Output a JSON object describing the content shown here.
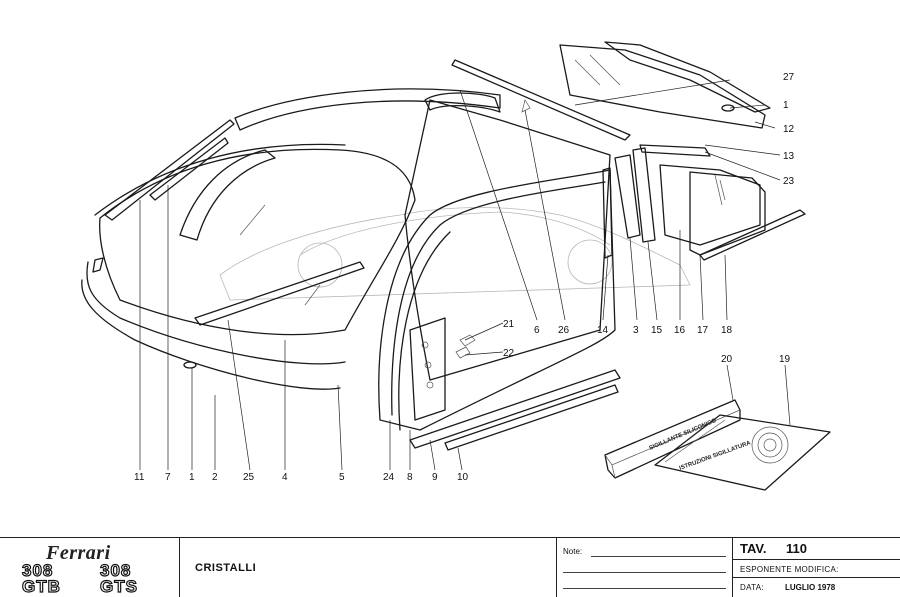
{
  "diagram": {
    "callouts": {
      "p27": "27",
      "p1a": "1",
      "p12": "12",
      "p13": "13",
      "p23": "23",
      "p21": "21",
      "p22": "22",
      "p20": "20",
      "p19": "19",
      "b11": "11",
      "b7": "7",
      "b1": "1",
      "b2": "2",
      "b25": "25",
      "b4": "4",
      "b5": "5",
      "b24": "24",
      "b8": "8",
      "b9": "9",
      "b10": "10",
      "m6": "6",
      "m26": "26",
      "m14": "14",
      "m3": "3",
      "m15": "15",
      "m16": "16",
      "m17": "17",
      "m18": "18"
    },
    "sealant_box_label": "SIGILLANTE SILICONICO",
    "instruction_sheet_label": "ISTRUZIONI SIGILLATURA"
  },
  "title_block": {
    "brand": "Ferrari",
    "models": [
      {
        "number": "308",
        "code": "GTB"
      },
      {
        "number": "308",
        "code": "GTS"
      }
    ],
    "section_title": "CRISTALLI",
    "notes_label": "Note:",
    "tav_label": "TAV.",
    "tav_number": "110",
    "exponent_label": "ESPONENTE MODIFICA:",
    "date_label": "DATA:",
    "date_value": "LUGLIO 1978"
  }
}
